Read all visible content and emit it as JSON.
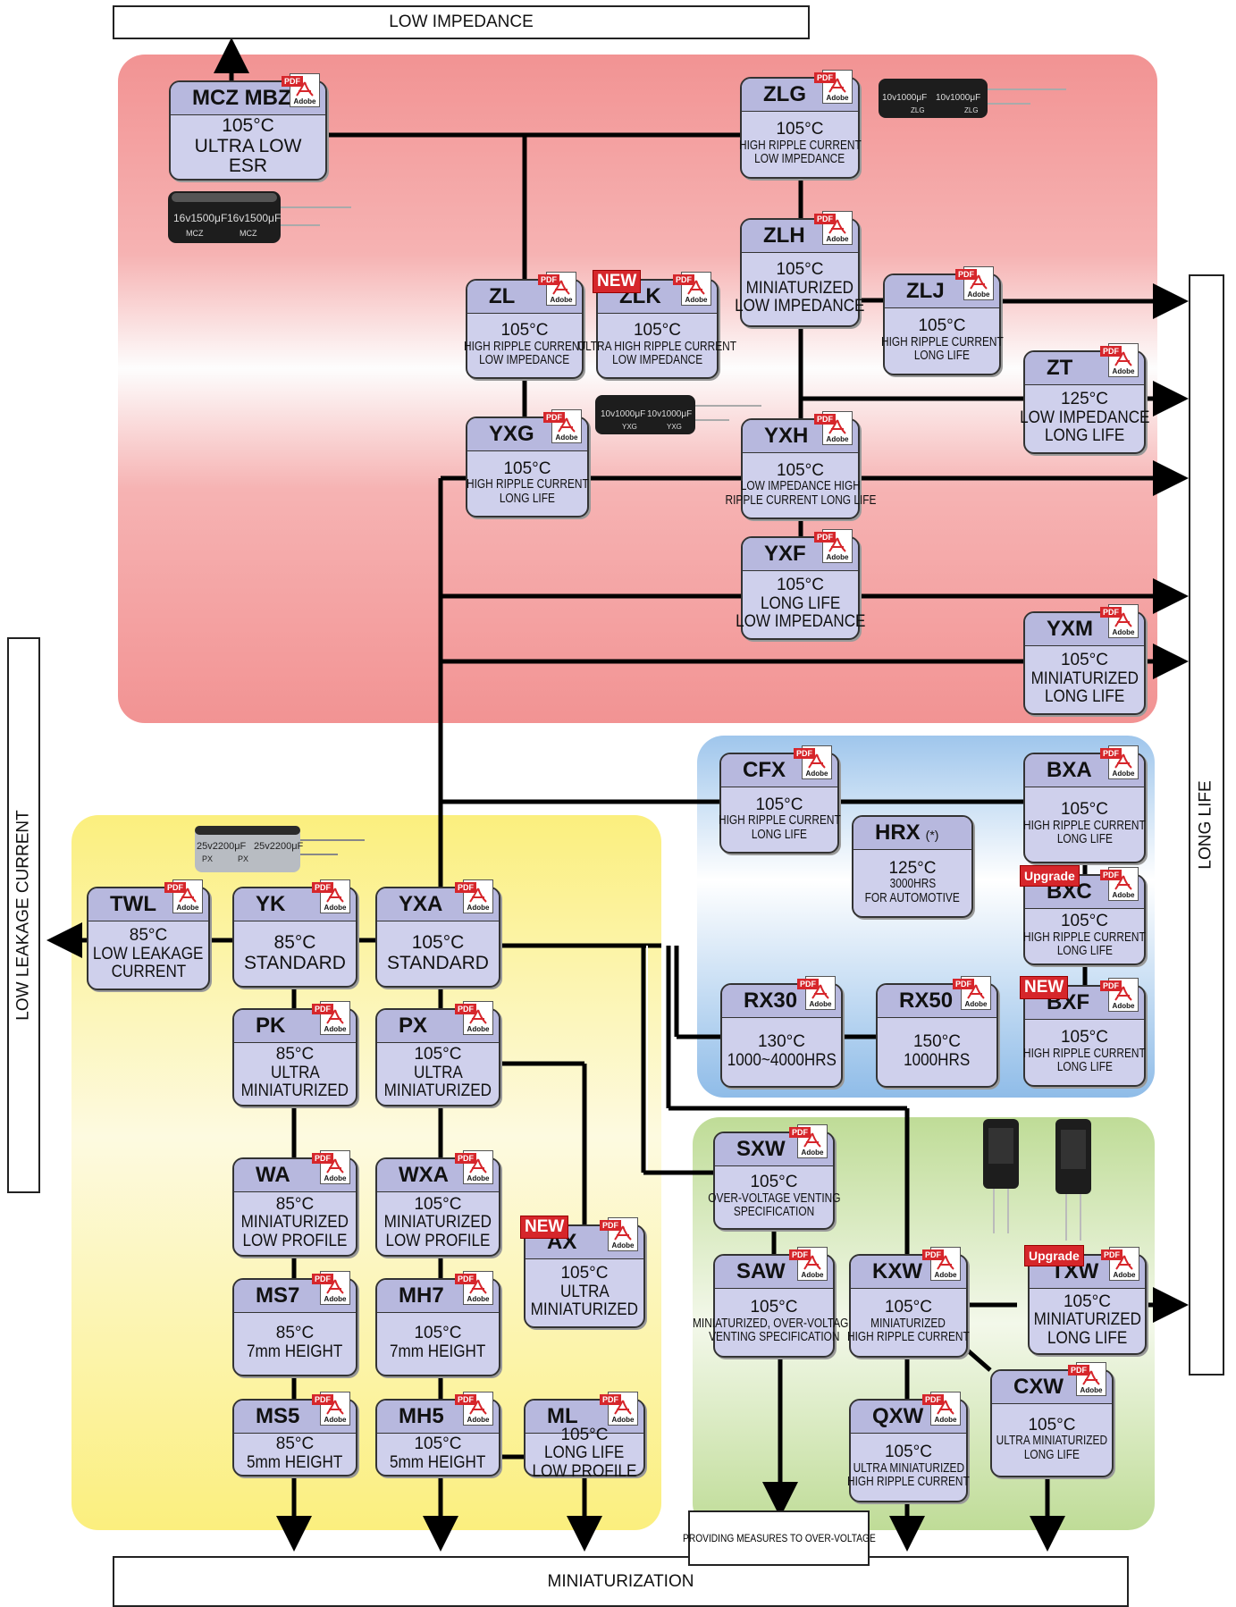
{
  "directions": {
    "top": "LOW IMPEDANCE",
    "bottom": "MINIATURIZATION",
    "left": "LOW LEAKAGE CURRENT",
    "right": "LONG LIFE"
  },
  "note": "PROVIDING MEASURES TO OVER-VOLTAGE",
  "icon_text": {
    "pdf": "PDF",
    "adobe": "Adobe"
  },
  "badges": {
    "new": "NEW",
    "upgrade": "Upgrade"
  },
  "capacitor_prints": {
    "mcz": [
      "16v1500μF",
      "16v1500μF",
      "MCZ",
      "MCZ"
    ],
    "zlg": [
      "10v1000μF",
      "10v1000μF",
      "ZLG",
      "ZLG"
    ],
    "yxg": [
      "10v1000μF",
      "10v1000μF",
      "YXG",
      "YXG"
    ],
    "px": [
      "25v2200μF",
      "25v2200μF",
      "PX",
      "PX"
    ]
  },
  "series": {
    "mcz": {
      "name": "MCZ MBZ",
      "lines": [
        "105°C",
        "ULTRA  LOW",
        "ESR"
      ]
    },
    "zlg": {
      "name": "ZLG",
      "lines": [
        "105°C",
        "HIGH RIPPLE CURRENT",
        "LOW IMPEDANCE"
      ]
    },
    "zlh": {
      "name": "ZLH",
      "lines": [
        "105°C",
        "MINIATURIZED",
        "LOW IMPEDANCE"
      ]
    },
    "zl": {
      "name": "ZL",
      "lines": [
        "105°C",
        "HIGH RIPPLE CURRENT",
        "LOW IMPEDANCE"
      ]
    },
    "zlk": {
      "name": "ZLK",
      "lines": [
        "105°C",
        "ULTRA HIGH RIPPLE CURRENT",
        "LOW IMPEDANCE"
      ]
    },
    "zlj": {
      "name": "ZLJ",
      "lines": [
        "105°C",
        "HIGH RIPPLE CURRENT",
        "LONG LIFE"
      ]
    },
    "zt": {
      "name": "ZT",
      "lines": [
        "125°C",
        "LOW IMPEDANCE",
        "LONG LIFE"
      ]
    },
    "yxg": {
      "name": "YXG",
      "lines": [
        "105°C",
        "HIGH RIPPLE CURRENT",
        "LONG LIFE"
      ]
    },
    "yxh": {
      "name": "YXH",
      "lines": [
        "105°C",
        "LOW IMPEDANCE HIGH",
        "RIPPLE CURRENT LONG LIFE"
      ]
    },
    "yxf": {
      "name": "YXF",
      "lines": [
        "105°C",
        "LONG LIFE",
        "LOW IMPEDANCE"
      ]
    },
    "yxm": {
      "name": "YXM",
      "lines": [
        "105°C",
        "MINIATURIZED",
        "LONG LIFE"
      ]
    },
    "cfx": {
      "name": "CFX",
      "lines": [
        "105°C",
        "HIGH RIPPLE CURRENT",
        "LONG LIFE"
      ]
    },
    "hrx": {
      "name": "HRX",
      "suffix": "(*)",
      "lines": [
        "125°C",
        "3000HRS",
        "FOR AUTOMOTIVE"
      ]
    },
    "bxa": {
      "name": "BXA",
      "lines": [
        "105°C",
        "HIGH RIPPLE CURRENT",
        "LONG LIFE"
      ]
    },
    "bxc": {
      "name": "BXC",
      "lines": [
        "105°C",
        "HIGH RIPPLE CURRENT",
        "LONG LIFE"
      ]
    },
    "bxf": {
      "name": "BXF",
      "lines": [
        "105°C",
        "HIGH RIPPLE CURRENT",
        "LONG LIFE"
      ]
    },
    "rx30": {
      "name": "RX30",
      "lines": [
        "130°C",
        "1000~4000HRS"
      ]
    },
    "rx50": {
      "name": "RX50",
      "lines": [
        "150°C",
        "1000HRS"
      ]
    },
    "twl": {
      "name": "TWL",
      "lines": [
        "85°C",
        "LOW LEAKAGE",
        "CURRENT"
      ]
    },
    "yk": {
      "name": "YK",
      "lines": [
        "85°C",
        "STANDARD"
      ]
    },
    "yxa": {
      "name": "YXA",
      "lines": [
        "105°C",
        "STANDARD"
      ]
    },
    "pk": {
      "name": "PK",
      "lines": [
        "85°C",
        "ULTRA",
        "MINIATURIZED"
      ]
    },
    "px": {
      "name": "PX",
      "lines": [
        "105°C",
        "ULTRA",
        "MINIATURIZED"
      ]
    },
    "wa": {
      "name": "WA",
      "lines": [
        "85°C",
        "MINIATURIZED",
        "LOW PROFILE"
      ]
    },
    "wxa": {
      "name": "WXA",
      "lines": [
        "105°C",
        "MINIATURIZED",
        "LOW PROFILE"
      ]
    },
    "ax": {
      "name": "AX",
      "lines": [
        "105°C",
        "ULTRA",
        "MINIATURIZED"
      ]
    },
    "ms7": {
      "name": "MS7",
      "lines": [
        "85°C",
        "7mm HEIGHT"
      ]
    },
    "mh7": {
      "name": "MH7",
      "lines": [
        "105°C",
        "7mm HEIGHT"
      ]
    },
    "ms5": {
      "name": "MS5",
      "lines": [
        "85°C",
        "5mm HEIGHT"
      ]
    },
    "mh5": {
      "name": "MH5",
      "lines": [
        "105°C",
        "5mm HEIGHT"
      ]
    },
    "ml": {
      "name": "ML",
      "lines": [
        "105°C",
        "LONG LIFE",
        "LOW PROFILE"
      ]
    },
    "sxw": {
      "name": "SXW",
      "lines": [
        "105°C",
        "OVER-VOLTAGE VENTING",
        "SPECIFICATION"
      ]
    },
    "saw": {
      "name": "SAW",
      "lines": [
        "105°C",
        "MINIATURIZED, OVER-VOLTAGE",
        "VENTING SPECIFICATION"
      ]
    },
    "kxw": {
      "name": "KXW",
      "lines": [
        "105°C",
        "MINIATURIZED",
        "HIGH RIPPLE CURRENT"
      ]
    },
    "txw": {
      "name": "TXW",
      "lines": [
        "105°C",
        "MINIATURIZED",
        "LONG LIFE"
      ]
    },
    "qxw": {
      "name": "QXW",
      "lines": [
        "105°C",
        "ULTRA MINIATURIZED",
        "HIGH RIPPLE CURRENT"
      ]
    },
    "cxw": {
      "name": "CXW",
      "lines": [
        "105°C",
        "ULTRA MINIATURIZED",
        "LONG LIFE"
      ]
    }
  }
}
